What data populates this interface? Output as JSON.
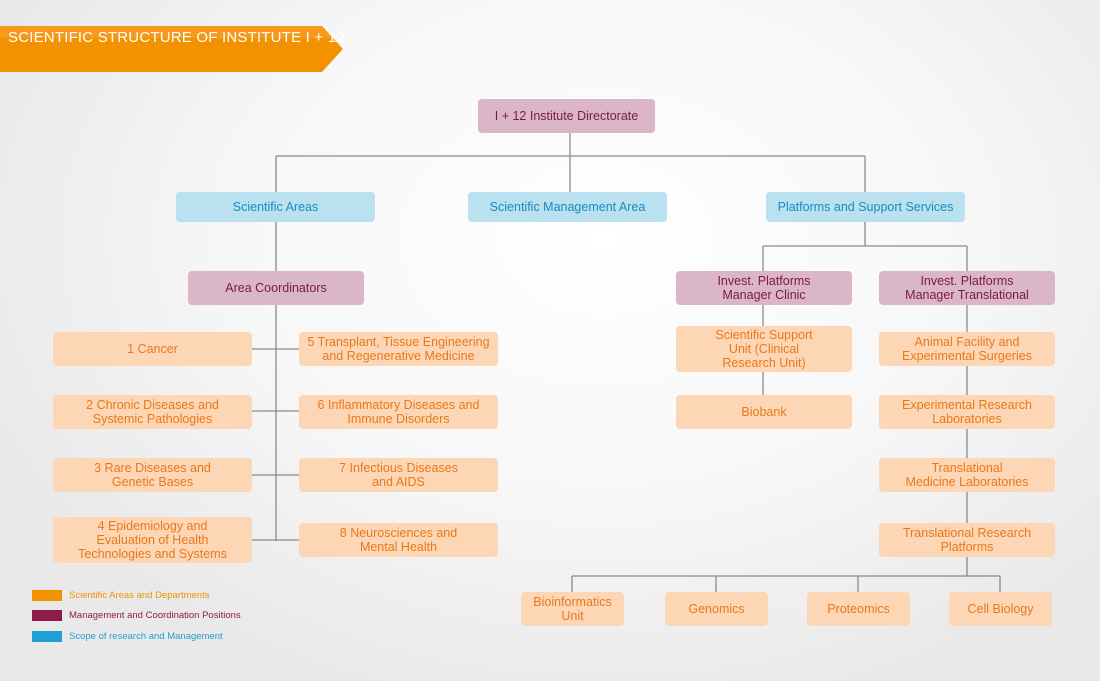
{
  "header": {
    "title": "SCIENTIFIC STRUCTURE OF INSTITUTE I + 12"
  },
  "colors": {
    "orange": "#f39200",
    "orange_banner": "#f7a12a",
    "management": "#8e1b4a",
    "scope": "#1f9fd3",
    "management_box": "#dbb6c6",
    "scope_box": "#b9e1ef",
    "dept_box": "#fdd6b6",
    "line": "#8a8a8a"
  },
  "org": {
    "directorate": "I + 12 Institute Directorate",
    "scientific_areas": "Scientific Areas",
    "scientific_management_area": "Scientific Management Area",
    "platforms_support": "Platforms and Support Services",
    "area_coordinators": "Area Coordinators",
    "areas": [
      "1 Cancer",
      "2 Chronic Diseases and\nSystemic Pathologies",
      "3 Rare Diseases and\nGenetic Bases",
      "4 Epidemiology and\nEvaluation of Health\nTechnologies and Systems",
      "5 Transplant, Tissue Engineering\nand Regenerative Medicine",
      "6 Inflammatory Diseases and\nImmune Disorders",
      "7 Infectious Diseases\nand AIDS",
      "8 Neurosciences and\nMental Health"
    ],
    "manager_clinic": "Invest. Platforms\nManager Clinic",
    "manager_translational": "Invest. Platforms\nManager Translational",
    "clinic_units": [
      "Scientific Support\nUnit (Clinical\nResearch Unit)",
      "Biobank"
    ],
    "translational_units": [
      "Animal Facility and\nExperimental Surgeries",
      "Experimental Research\nLaboratories",
      "Translational\nMedicine Laboratories",
      "Translational Research\nPlatforms"
    ],
    "platforms": [
      "Bioinformatics\nUnit",
      "Genomics",
      "Proteomics",
      "Cell Biology"
    ]
  },
  "legend": [
    {
      "label": "Scientific Areas and Departments",
      "color": "#f39200"
    },
    {
      "label": "Management and Coordination Positions",
      "color": "#8e1b4a"
    },
    {
      "label": "Scope of research and Management",
      "color": "#1f9fd3"
    }
  ]
}
